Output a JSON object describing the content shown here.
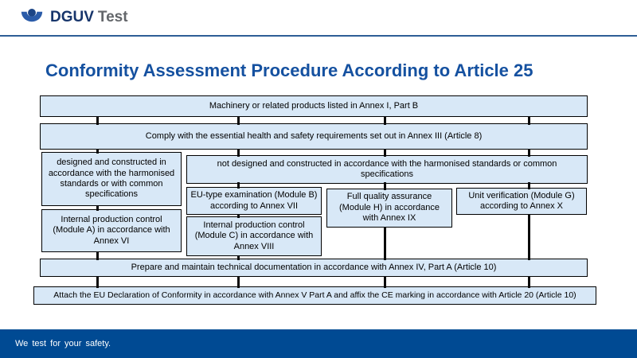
{
  "header": {
    "logo": {
      "brand": "DGUV",
      "product": "Test",
      "icon": "dguv-person-icon"
    }
  },
  "title": "Conformity Assessment Procedure According to Article 25",
  "flowchart": {
    "boxes": {
      "machinery": "Machinery or related products listed in Annex I, Part B",
      "comply": "Comply with the essential health and safety requirements set out in Annex III  (Article 8)",
      "designed": "designed and constructed in accordance with the harmonised standards or with common specifications",
      "not_designed": "not designed and constructed in accordance with the harmonised standards or common specifications",
      "module_b": "EU-type examination (Module B) according to Annex VII",
      "module_h": "Full quality assurance (Module H) in accordance with Annex IX",
      "module_g": "Unit verification (Module G) according to Annex X",
      "module_a": "Internal production control (Module A) in accordance with Annex VI",
      "module_c": "Internal production control (Module C) in accordance with Annex VIII",
      "prepare": "Prepare and maintain technical documentation in accordance with Annex IV, Part A (Article 10)",
      "attach": "Attach the EU Declaration of Conformity in accordance with Annex V Part A and affix the CE marking in accordance with Article 20 (Article 10)"
    }
  },
  "footer": {
    "tagline": "We test for your safety."
  },
  "colors": {
    "box_fill": "#d8e8f7",
    "box_border": "#000000",
    "title_blue": "#1551a0",
    "footer_bg": "#004a93",
    "logo_blue": "#2b5ca9",
    "logo_navy": "#17356b",
    "logo_gray": "#63666a",
    "header_line": "#2e5e96"
  }
}
